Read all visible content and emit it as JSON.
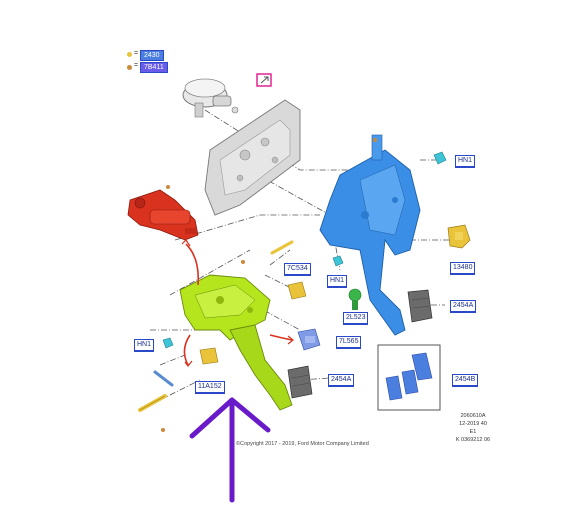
{
  "legend": {
    "fastener_a": {
      "eq": "=",
      "code": "2430",
      "dot_color": "#e9c43b"
    },
    "fastener_b": {
      "eq": "=",
      "code": "7B411",
      "dot_color": "#c98a3a"
    }
  },
  "callouts": {
    "hn1_top": "HN1",
    "hn1_mid": "HN1",
    "hn1_left": "HN1",
    "c7c534": "7C534",
    "a13480": "13480",
    "l2l523": "2L523",
    "a2454a_right": "2454A",
    "l7l565": "7L565",
    "a2454a_bottom": "2454A",
    "a11a152": "11A152",
    "b2454b": "2454B"
  },
  "reference": {
    "line1": "2060610A",
    "line2": "12-2019 40",
    "line3": "E1",
    "line4": "K 0369212 06"
  },
  "copyright": "©Copyright 2017 - 2019, Ford Motor Company Limited",
  "colors": {
    "pedal_box": "#b5e61d",
    "brake_pedal": "#3a8ee6",
    "master_cylinder": "#d9321e",
    "arrow_purple": "#6a1bc9",
    "callout_border": "#2a49c8",
    "link_magenta": "#e0148a"
  }
}
